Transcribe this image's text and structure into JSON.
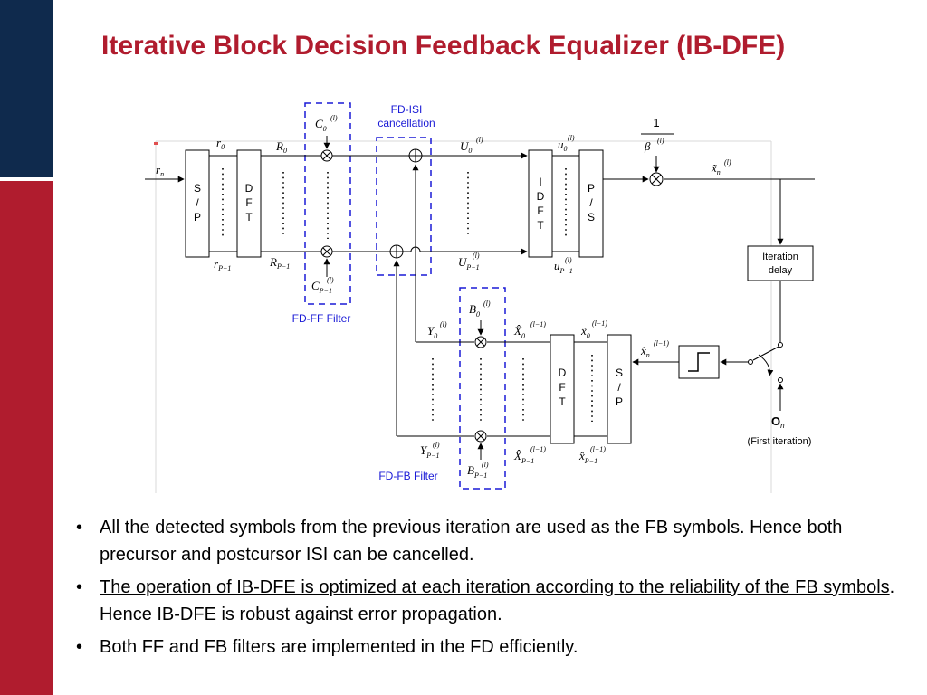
{
  "slide": {
    "title": "Iterative Block Decision Feedback Equalizer (IB-DFE)",
    "accent_red": "#b01c2e",
    "accent_navy": "#0f2a4d",
    "label_blue": "#1a1ad6"
  },
  "diagram": {
    "blocks": {
      "sp_in": [
        "S",
        "/",
        "P"
      ],
      "dft_in": [
        "D",
        "F",
        "T"
      ],
      "idft": [
        "I",
        "D",
        "F",
        "T"
      ],
      "ps": [
        "P",
        "/",
        "S"
      ],
      "iter_delay": [
        "Iteration",
        "delay"
      ],
      "dft_fb": [
        "D",
        "F",
        "T"
      ],
      "sp_fb": [
        "S",
        "/",
        "P"
      ]
    },
    "group_labels": {
      "fd_isi": [
        "FD-ISI",
        "cancellation"
      ],
      "fd_ff": "FD-FF Filter",
      "fd_fb": "FD-FB Filter",
      "first_iteration": "(First iteration)"
    },
    "signals": {
      "rn": "r",
      "rn_sub": "n",
      "r0": "r",
      "r0_sub": "0",
      "rP": "r",
      "rP_sub": "P−1",
      "R0": "R",
      "R0_sub": "0",
      "RP": "R",
      "RP_sub": "P−1",
      "C0": "C",
      "C0_sub": "0",
      "C_sup": "(l)",
      "CP": "C",
      "CP_sub": "P−1",
      "U0": "U",
      "U0_sub": "0",
      "U_sup": "(l)",
      "UP": "U",
      "UP_sub": "P−1",
      "u0": "u",
      "u0_sub": "0",
      "uP": "u",
      "uP_sub": "P−1",
      "beta_num": "1",
      "beta": "β",
      "beta_sup": "(l)",
      "xn": "x̃",
      "xn_sub": "n",
      "xn_sup": "(l)",
      "B0": "B",
      "B0_sub": "0",
      "B_sup": "(l)",
      "BP": "B",
      "BP_sub": "P−1",
      "Y0": "Y",
      "Y0_sub": "0",
      "Y_sup": "(l)",
      "YP": "Y",
      "YP_sub": "P−1",
      "Xhat0": "X̂",
      "Xhat0_sub": "0",
      "Xhat_sup": "(l−1)",
      "XhatP": "X̂",
      "XhatP_sub": "P−1",
      "xt0": "x̃",
      "xt0_sub": "0",
      "xt_sup": "(l−1)",
      "xhatP": "x̂",
      "xhatP_sub": "P−1",
      "xhatn": "x̂",
      "xhatn_sub": "n",
      "xhatn_sup": "(l−1)",
      "On": "O",
      "On_sub": "n"
    }
  },
  "bullets": [
    {
      "text": "All the detected symbols from the previous iteration are used as the FB symbols. Hence both precursor and postcursor ISI can be cancelled."
    },
    {
      "underlined": "The operation of IB-DFE is optimized at each iteration according to the reliability of the FB symbols",
      "rest": ". Hence IB-DFE is robust against error propagation."
    },
    {
      "text": "Both FF and FB filters are implemented in the FD efficiently."
    }
  ]
}
